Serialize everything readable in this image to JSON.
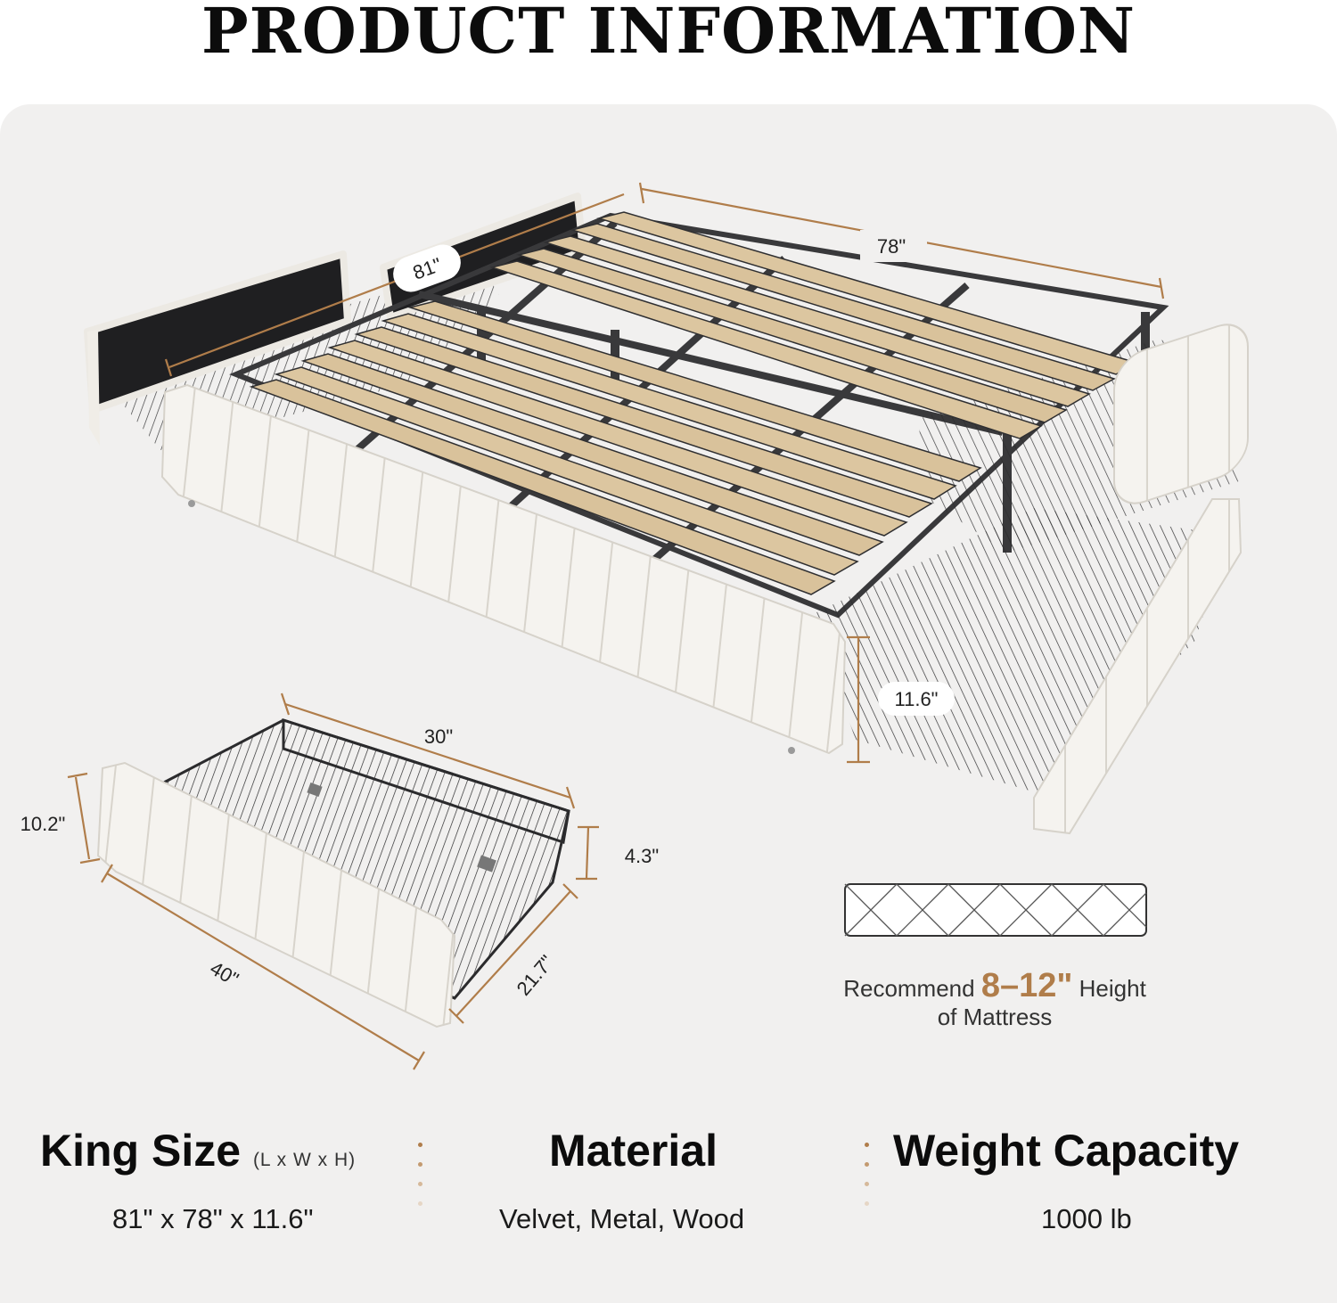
{
  "title": "PRODUCT INFORMATION",
  "colors": {
    "accent": "#b07d4a",
    "panel": "#f1f0ef",
    "fabric": "#f4f2ee",
    "metal": "#2f2f31",
    "slat": "#dcc6a0"
  },
  "bed": {
    "length_label": "81\"",
    "width_label": "78\"",
    "height_label": "11.6\""
  },
  "drawer": {
    "depth_label": "30\"",
    "front_height_label": "10.2\"",
    "basket_height_label": "4.3\"",
    "length_label": "40\"",
    "width_label": "21.7\""
  },
  "mattress": {
    "prefix": "Recommend",
    "range": "8–12\"",
    "suffix": "Height",
    "line2": "of Mattress"
  },
  "specs": [
    {
      "heading": "King Size",
      "sub": "(L x W x H)",
      "value": "81\" x 78\" x 11.6\""
    },
    {
      "heading": "Material",
      "sub": "",
      "value": "Velvet, Metal, Wood"
    },
    {
      "heading": "Weight Capacity",
      "sub": "",
      "value": "1000 lb"
    }
  ]
}
